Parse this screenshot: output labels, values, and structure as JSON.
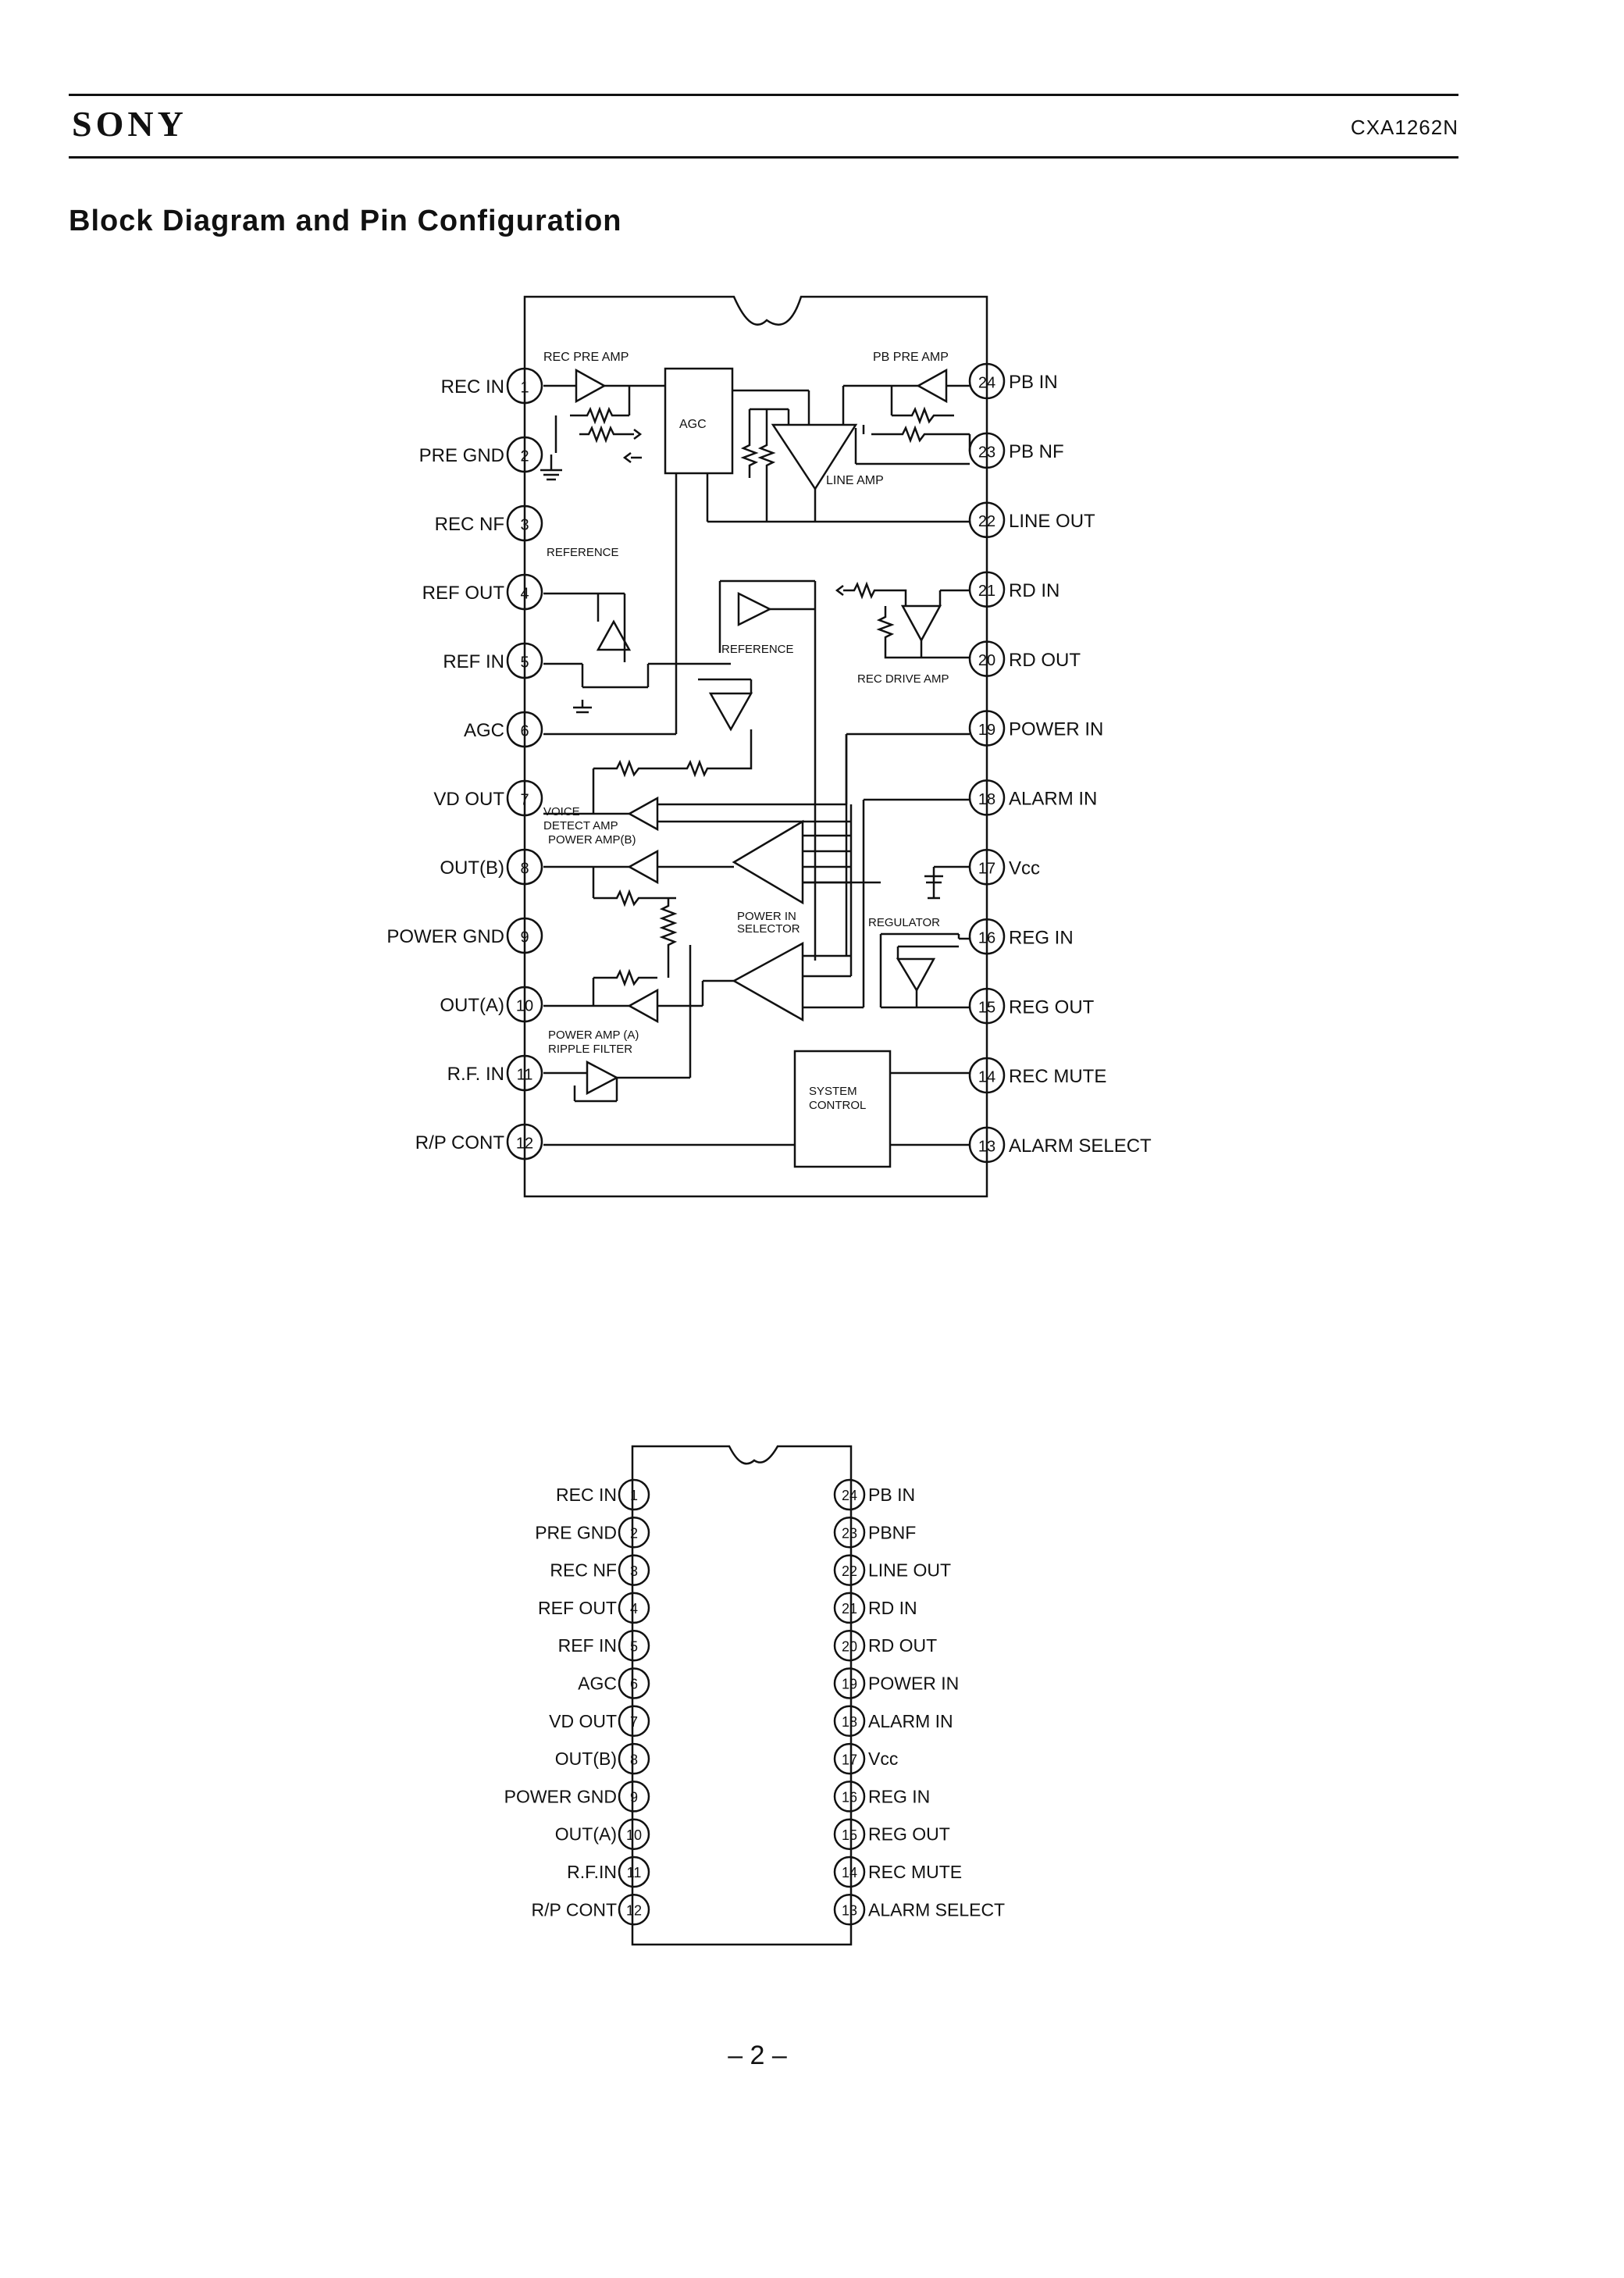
{
  "header": {
    "brand": "SONY",
    "part_number": "CXA1262N"
  },
  "section_title": "Block Diagram and Pin Configuration",
  "pins_left": [
    {
      "num": "1",
      "label": "REC IN"
    },
    {
      "num": "2",
      "label": "PRE GND"
    },
    {
      "num": "3",
      "label": "REC NF"
    },
    {
      "num": "4",
      "label": "REF OUT"
    },
    {
      "num": "5",
      "label": "REF IN"
    },
    {
      "num": "6",
      "label": "AGC"
    },
    {
      "num": "7",
      "label": "VD OUT"
    },
    {
      "num": "8",
      "label": "OUT(B)"
    },
    {
      "num": "9",
      "label": "POWER GND"
    },
    {
      "num": "10",
      "label": "OUT(A)"
    },
    {
      "num": "11",
      "label": "R.F. IN"
    },
    {
      "num": "12",
      "label": "R/P CONT"
    }
  ],
  "pins_right": [
    {
      "num": "24",
      "label": "PB IN"
    },
    {
      "num": "23",
      "label": "PB NF"
    },
    {
      "num": "22",
      "label": "LINE OUT"
    },
    {
      "num": "21",
      "label": "RD IN"
    },
    {
      "num": "20",
      "label": "RD OUT"
    },
    {
      "num": "19",
      "label": "POWER IN"
    },
    {
      "num": "18",
      "label": "ALARM IN"
    },
    {
      "num": "17",
      "label": "Vcc"
    },
    {
      "num": "16",
      "label": "REG IN"
    },
    {
      "num": "15",
      "label": "REG OUT"
    },
    {
      "num": "14",
      "label": "REC MUTE"
    },
    {
      "num": "13",
      "label": "ALARM SELECT"
    }
  ],
  "pin_config_left": [
    {
      "num": "1",
      "label": "REC IN"
    },
    {
      "num": "2",
      "label": "PRE GND"
    },
    {
      "num": "3",
      "label": "REC NF"
    },
    {
      "num": "4",
      "label": "REF OUT"
    },
    {
      "num": "5",
      "label": "REF IN"
    },
    {
      "num": "6",
      "label": "AGC"
    },
    {
      "num": "7",
      "label": "VD OUT"
    },
    {
      "num": "8",
      "label": "OUT(B)"
    },
    {
      "num": "9",
      "label": "POWER GND"
    },
    {
      "num": "10",
      "label": "OUT(A)"
    },
    {
      "num": "11",
      "label": "R.F.IN"
    },
    {
      "num": "12",
      "label": "R/P CONT"
    }
  ],
  "pin_config_right": [
    {
      "num": "24",
      "label": "PB IN"
    },
    {
      "num": "23",
      "label": "PBNF"
    },
    {
      "num": "22",
      "label": "LINE OUT"
    },
    {
      "num": "21",
      "label": "RD IN"
    },
    {
      "num": "20",
      "label": "RD OUT"
    },
    {
      "num": "19",
      "label": "POWER IN"
    },
    {
      "num": "18",
      "label": "ALARM IN"
    },
    {
      "num": "17",
      "label": "Vcc"
    },
    {
      "num": "16",
      "label": "REG IN"
    },
    {
      "num": "15",
      "label": "REG OUT"
    },
    {
      "num": "14",
      "label": "REC MUTE"
    },
    {
      "num": "13",
      "label": "ALARM SELECT"
    }
  ],
  "blocks": {
    "rec_pre_amp": "REC PRE AMP",
    "pb_pre_amp": "PB PRE AMP",
    "agc": "AGC",
    "line_amp": "LINE AMP",
    "reference_top": "REFERENCE",
    "reference_mid": "REFERENCE",
    "rec_drive_amp": "REC DRIVE AMP",
    "voice_detect_amp_1": "VOICE",
    "voice_detect_amp_2": "DETECT AMP",
    "power_amp_b": "POWER AMP(B)",
    "power_in_selector_1": "POWER IN",
    "power_in_selector_2": "SELECTOR",
    "regulator": "REGULATOR",
    "power_amp_a": "POWER AMP (A)",
    "ripple_filter": "RIPPLE FILTER",
    "system_control_1": "SYSTEM",
    "system_control_2": "CONTROL"
  },
  "page_number": "– 2 –"
}
